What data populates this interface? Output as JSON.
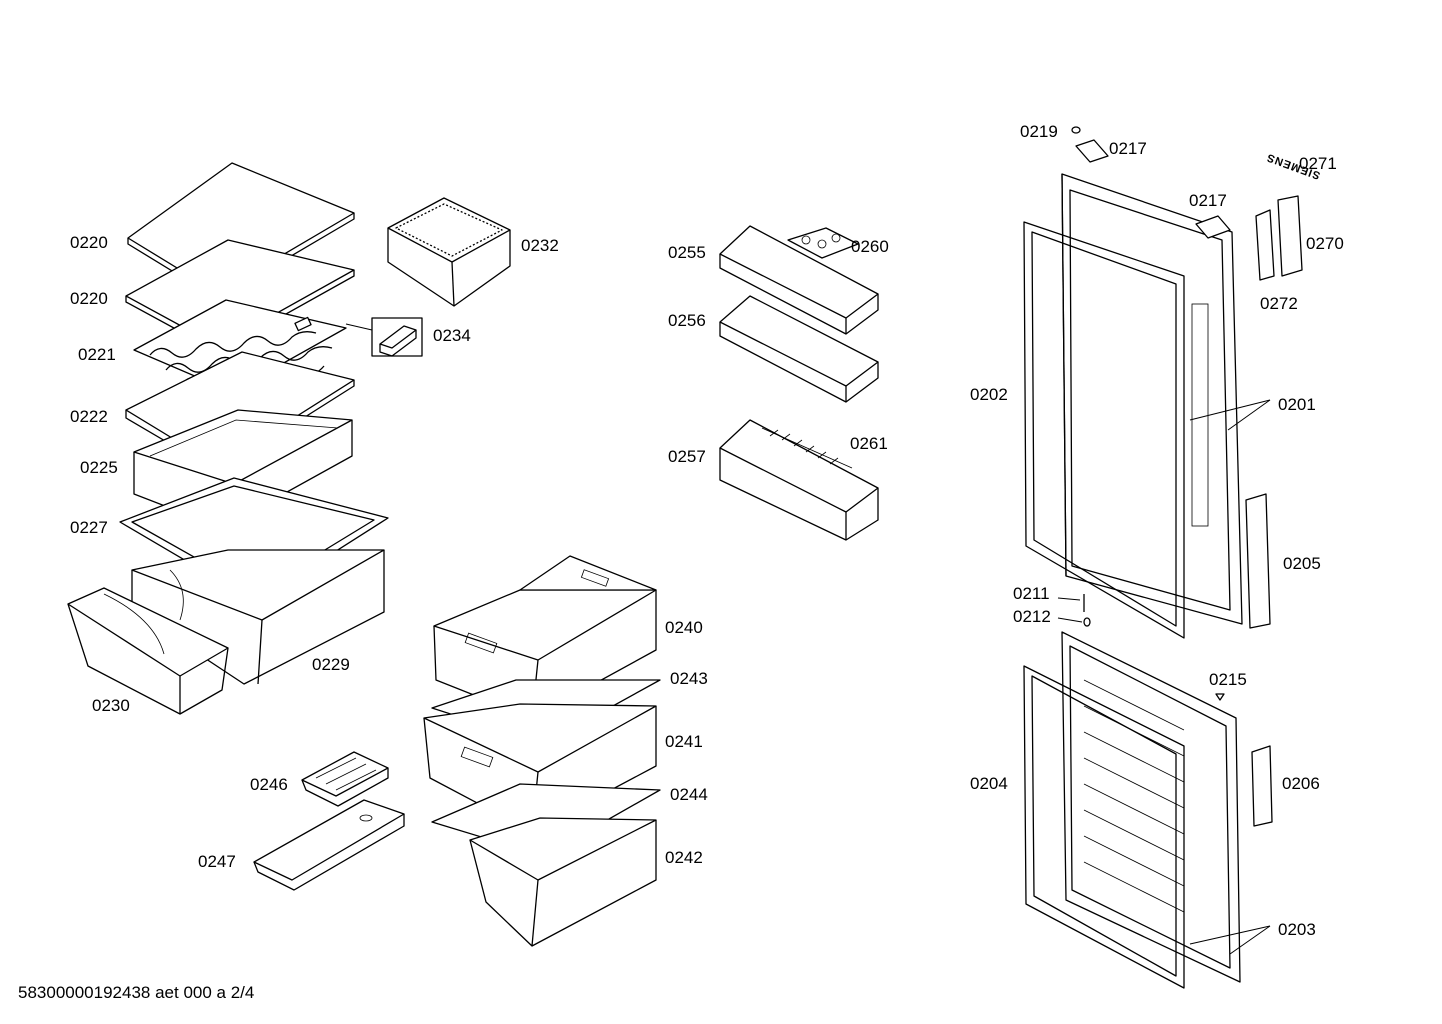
{
  "footer": "58300000192438 aet 000 a 2/4",
  "brand_text": "SIEMENS",
  "parts": {
    "p0220a": "0220",
    "p0220b": "0220",
    "p0221": "0221",
    "p0222": "0222",
    "p0225": "0225",
    "p0227": "0227",
    "p0229": "0229",
    "p0230": "0230",
    "p0232": "0232",
    "p0234": "0234",
    "p0240": "0240",
    "p0243": "0243",
    "p0241": "0241",
    "p0244": "0244",
    "p0242": "0242",
    "p0246": "0246",
    "p0247": "0247",
    "p0255": "0255",
    "p0260": "0260",
    "p0256": "0256",
    "p0257": "0257",
    "p0261": "0261",
    "p0219": "0219",
    "p0217a": "0217",
    "p0217b": "0217",
    "p0271": "0271",
    "p0270": "0270",
    "p0272": "0272",
    "p0202": "0202",
    "p0201": "0201",
    "p0205": "0205",
    "p0211": "0211",
    "p0212": "0212",
    "p0215": "0215",
    "p0204": "0204",
    "p0206": "0206",
    "p0203": "0203"
  }
}
